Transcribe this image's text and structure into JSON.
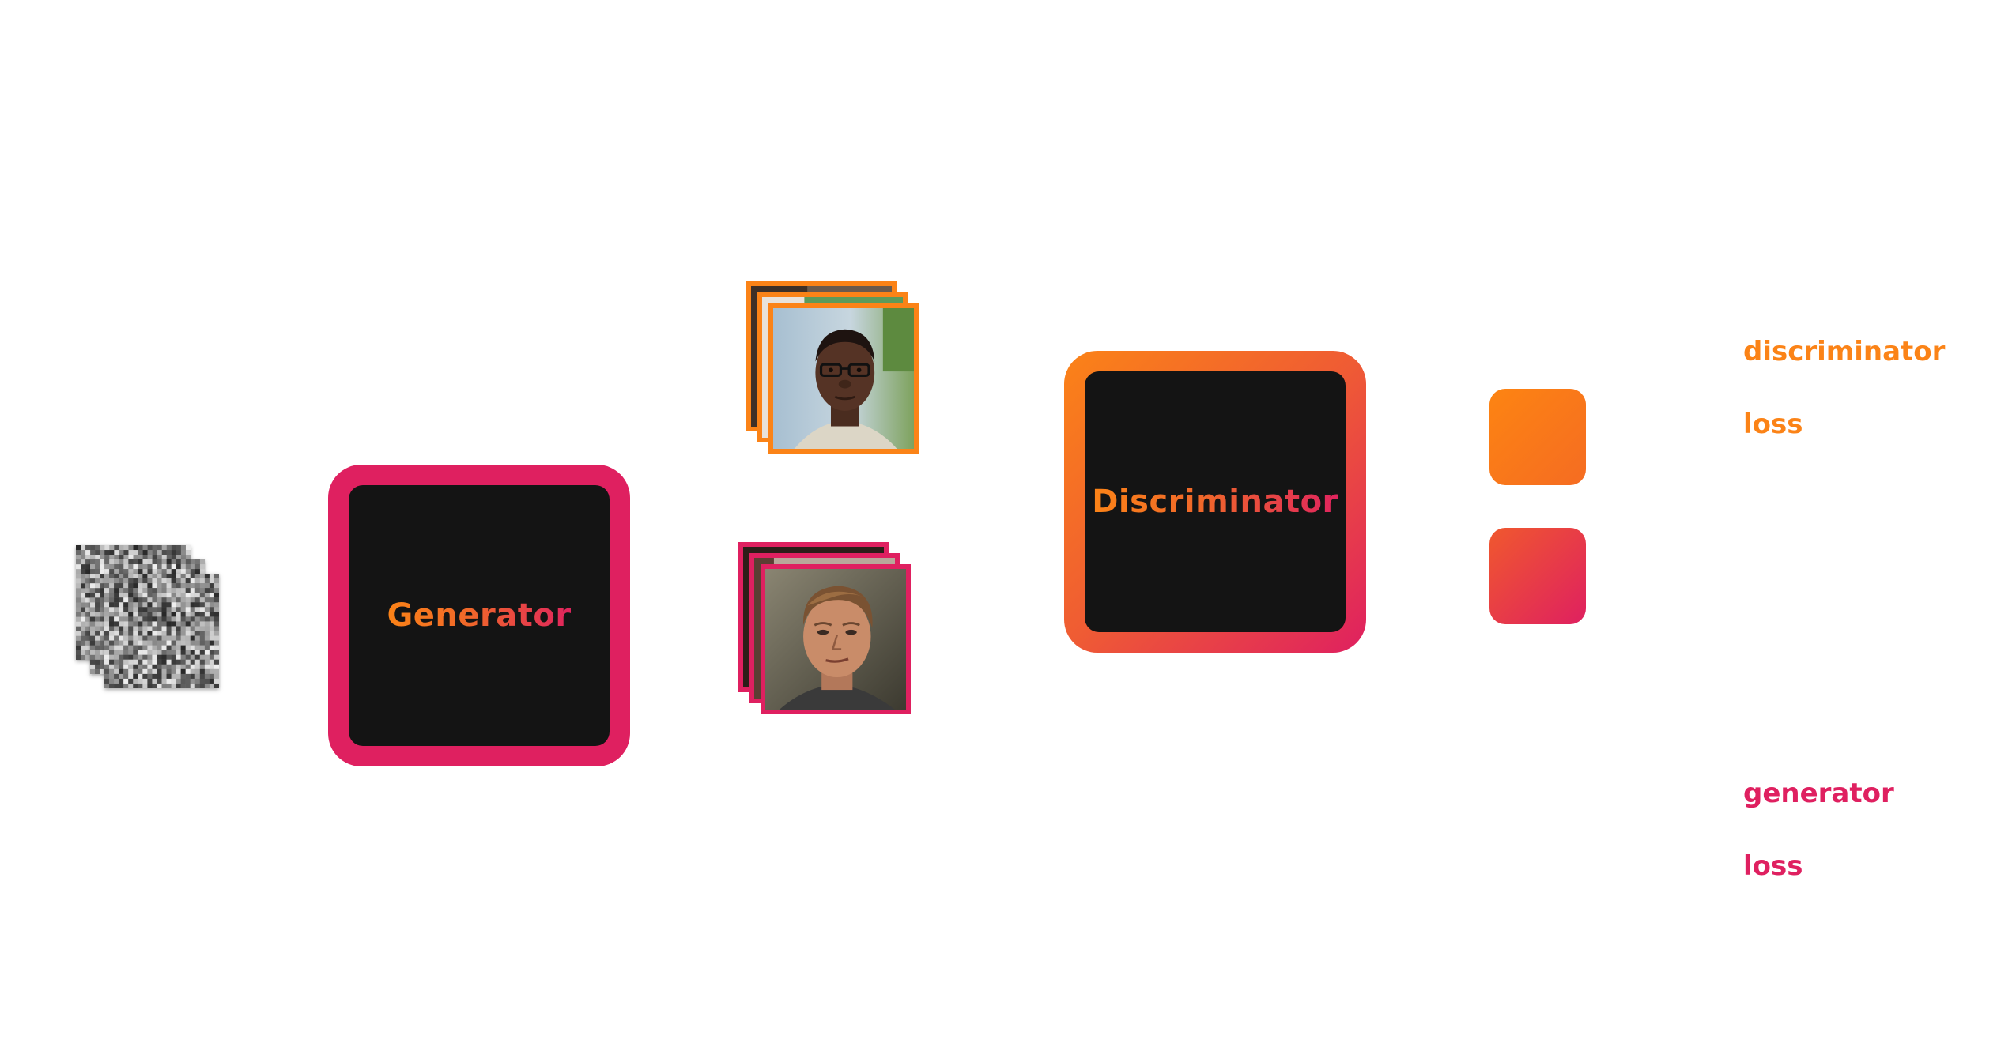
{
  "diagram": {
    "generator": {
      "label": "Generator"
    },
    "discriminator": {
      "label": "Discriminator"
    },
    "losses": {
      "discriminator_line1": "discriminator",
      "discriminator_line2": "loss",
      "generator_line1": "generator",
      "generator_line2": "loss"
    },
    "colors": {
      "orange": "#fb8317",
      "pink": "#df2060",
      "box_fill": "#141414"
    },
    "icons": {
      "noise": "random-noise-image-stack",
      "real_images": "real-face-photo-stack",
      "fake_images": "generated-face-photo-stack"
    }
  }
}
